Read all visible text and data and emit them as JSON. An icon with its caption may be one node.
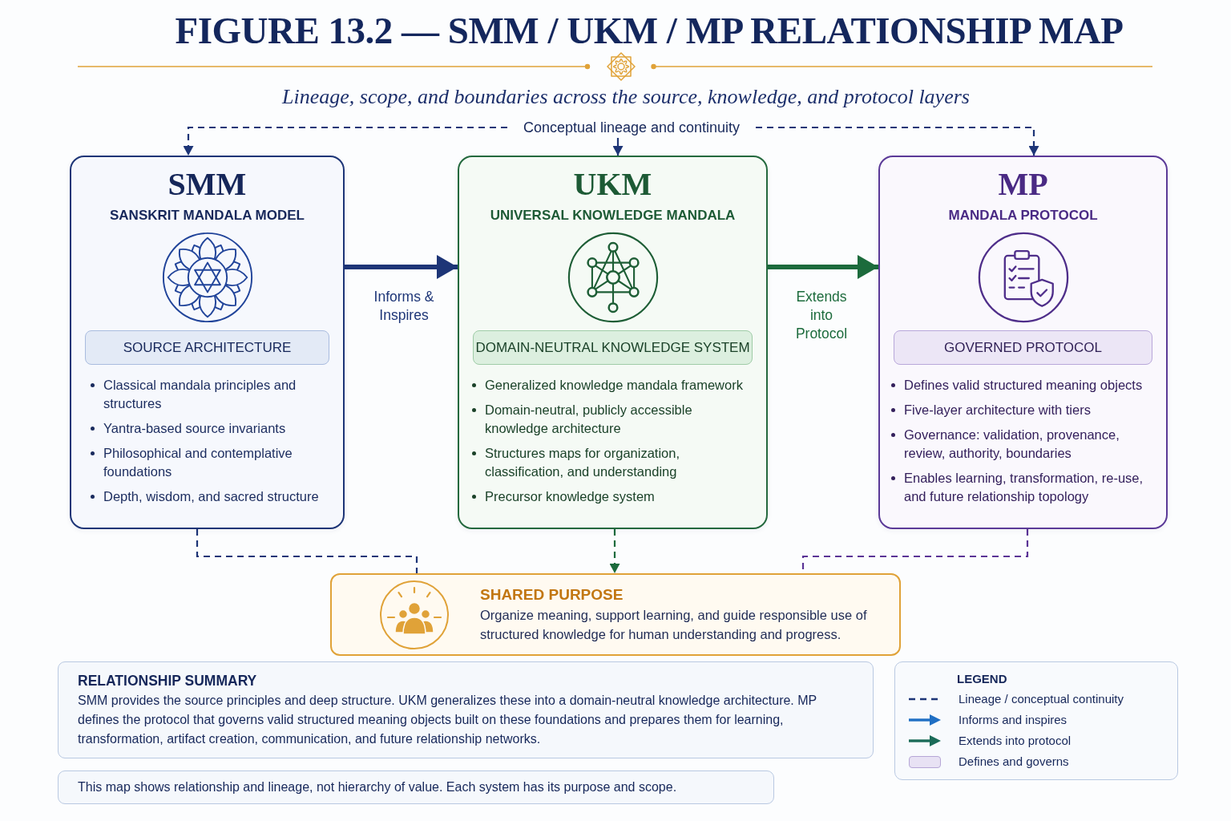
{
  "diagram": {
    "title": "FIGURE 13.2 — SMM / UKM / MP RELATIONSHIP MAP",
    "nodes": [
      {
        "text": [
          "Conceptual lineage and continuity"
        ]
      },
      {
        "text": [
          "SMM",
          "SANSKRIT MANDALA MODEL",
          "Classical mandala principles and structures",
          "Yantra-based source invariants",
          "Philosophical and contemplative foundations",
          "Depth, wisdom, and sacred structure"
        ]
      },
      {
        "text": [
          "SOURCE ARCHITECTURE"
        ],
        "in": 1
      },
      {
        "text": [
          "UKM",
          "UNIVERSAL KNOWLEDGE MANDALA",
          "Generalized knowledge mandala framework",
          "Domain-neutral, publicly accessible knowledge architecture",
          "Structures maps for organization, classification, and understanding",
          "Precursor knowledge system"
        ]
      },
      {
        "text": [
          "DOMAIN-NEUTRAL KNOWLEDGE SYSTEM"
        ],
        "in": 3
      },
      {
        "text": [
          "MP",
          "MANDALA PROTOCOL",
          "Defines valid structured meaning objects",
          "Five-layer architecture with tiers",
          "Governance: validation, provenance, review, authority, boundaries",
          "Enables learning, transformation, re-use, and future relationship topology"
        ]
      },
      {
        "text": [
          "GOVERNED PROTOCOL"
        ],
        "in": 5
      },
      {
        "text": [
          "SHARED PURPOSE",
          "Organize meaning, support learning, and guide responsible use of structured knowledge for human understanding and progress."
        ]
      },
      {
        "text": [
          "RELATIONSHIP SUMMARY",
          "SMM provides the source principles and deep structure. UKM generalizes these into a domain-neutral knowledge architecture. MP defines the protocol that governs valid structured meaning objects built on these foundations and prepares them for learning, transformation, artifact creation, communication, and future relationship networks."
        ]
      },
      {
        "text": [
          "This map shows relationship and lineage, not hierarchy of value. Each system has its purpose and scope."
        ]
      }
    ],
    "edges": [
      {
        "from": 0,
        "to": 1,
        "arrow": "to",
        "style": "dashed"
      },
      {
        "from": 0,
        "to": 3,
        "arrow": "to"
      },
      {
        "from": 0,
        "to": 5,
        "arrow": "to",
        "style": "dashed"
      },
      {
        "from": 1,
        "to": 3,
        "arrow": "to",
        "style": "thick",
        "label": "Informs & Inspires"
      },
      {
        "from": 3,
        "to": 5,
        "arrow": "to",
        "style": "thick",
        "label": "Extends into Protocol",
        "color": "#1c6b3c"
      },
      {
        "from": 1,
        "to": 7,
        "arrow": "none",
        "style": "dashed"
      },
      {
        "from": 3,
        "to": 7,
        "arrow": "to",
        "style": "dashed",
        "color": "#1c6b3c"
      },
      {
        "from": 5,
        "to": 7,
        "arrow": "none",
        "style": "dashed",
        "color": "#5b3496"
      }
    ],
    "labels": [
      "Lineage, scope, and boundaries across the source, knowledge, and protocol layers",
      "LEGEND"
    ],
    "legend": [
      {
        "text": "Lineage / conceptual continuity"
      },
      {
        "text": "Informs and inspires"
      },
      {
        "text": "Extends into protocol"
      },
      {
        "text": "Defines and governs",
        "color": "#e8e2f4"
      }
    ]
  }
}
